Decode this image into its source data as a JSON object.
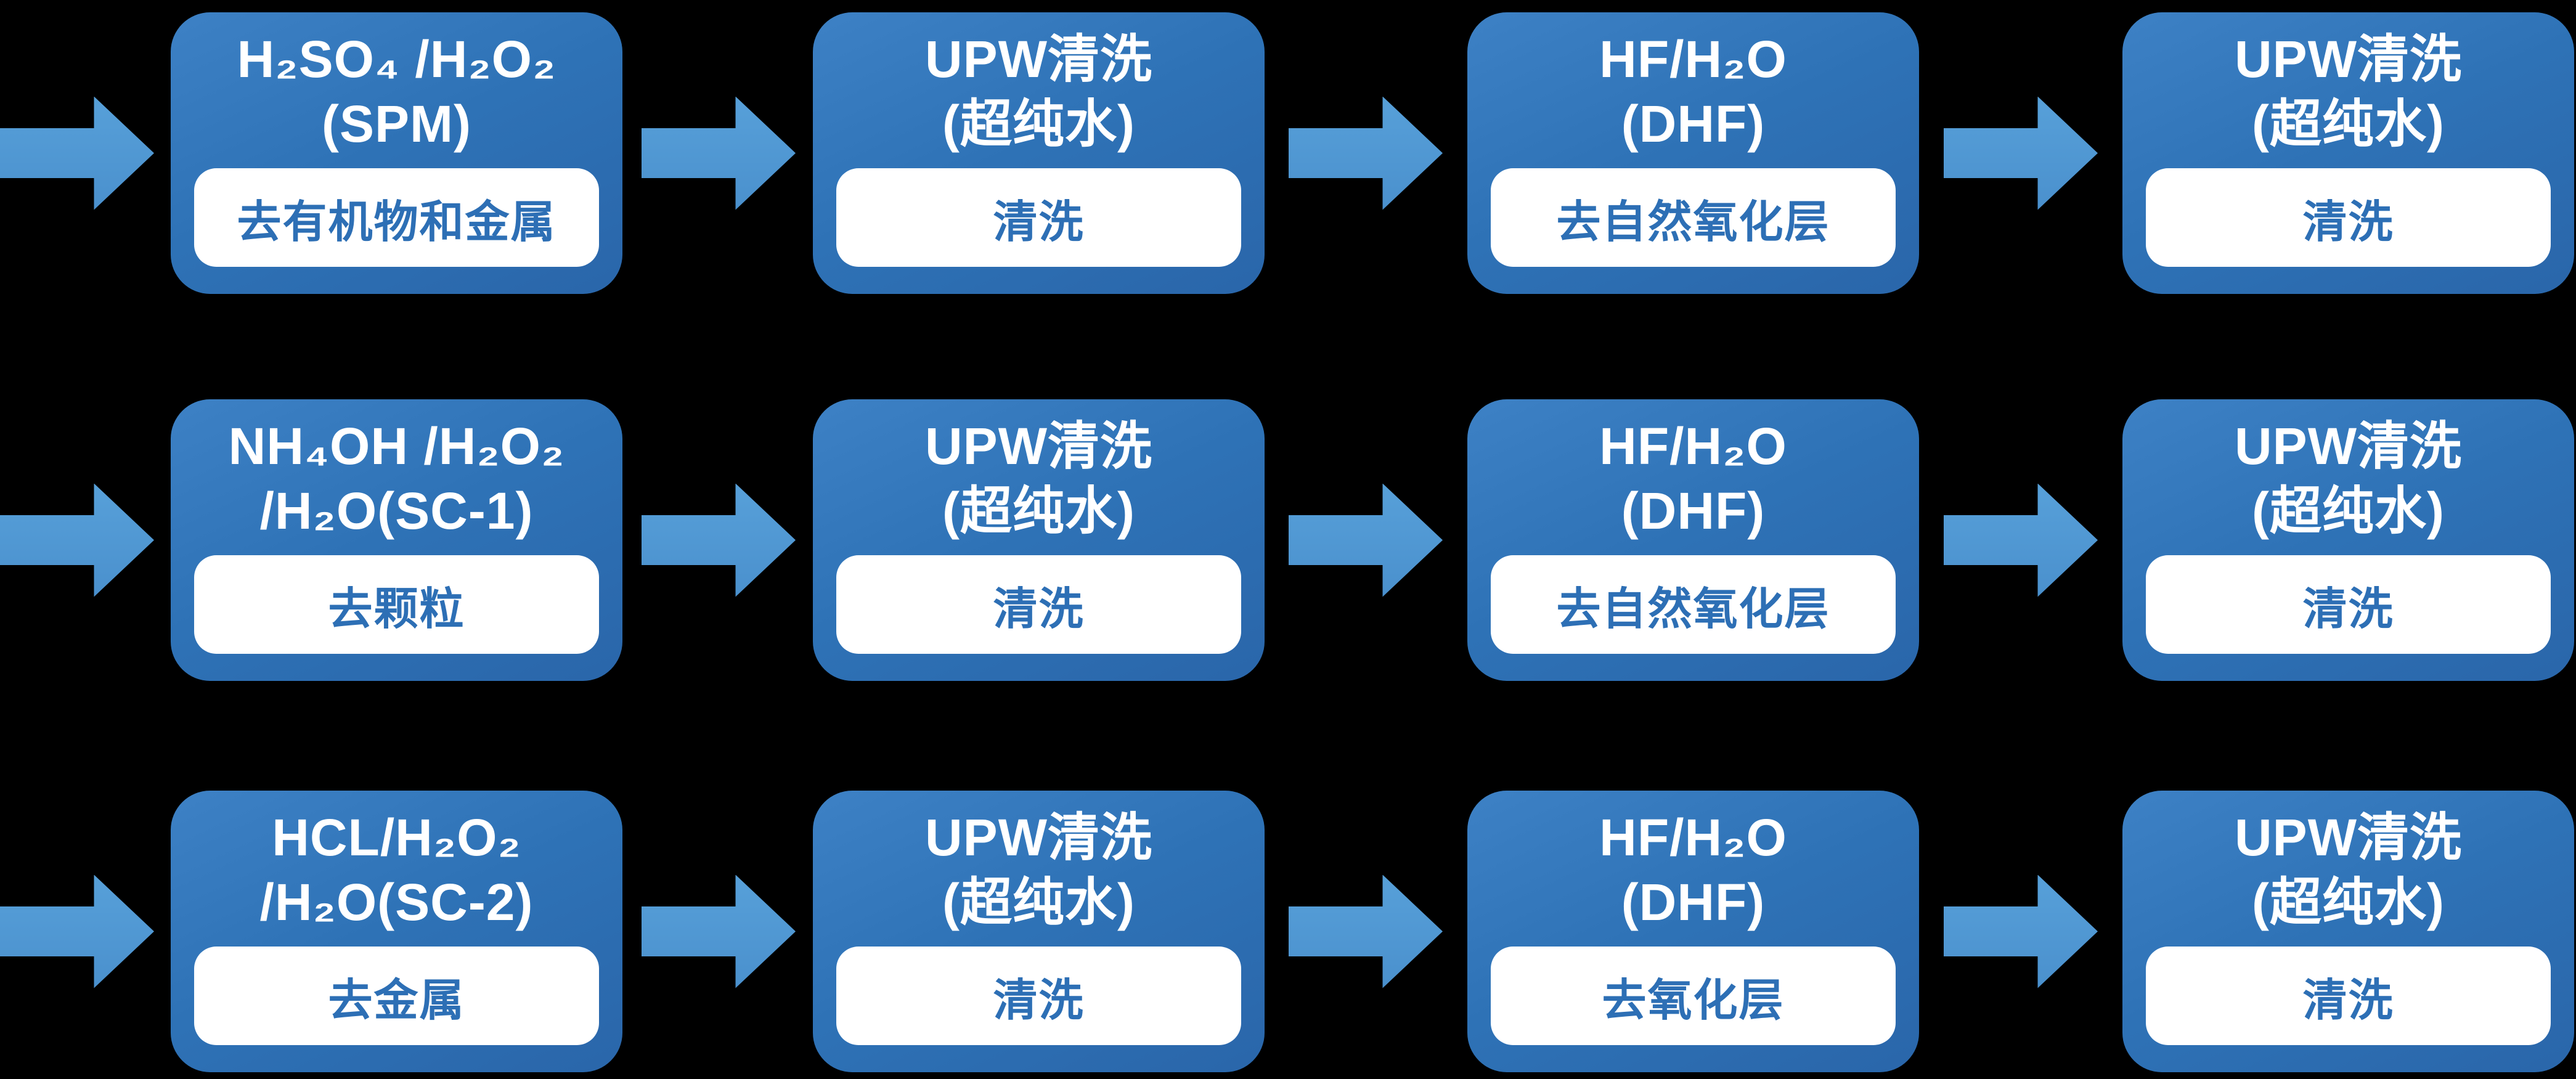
{
  "colors": {
    "bg_black": "#000000",
    "box_blue": "#2e72b6",
    "box_blue_light": "#3d81c5",
    "box_blue_dark": "#2a66aa",
    "arrow_blue": "#57a0d9",
    "arrow_blue_dark": "#4a90cd",
    "label_text_blue": "#2d6fb5",
    "title_white": "#ffffff",
    "label_bg": "#ffffff"
  },
  "diagram": {
    "description": "Wafer cleaning process flow, 3 rows of 4 steps joined by right arrows",
    "rows": [
      {
        "steps": [
          {
            "title_line1": "H₂SO₄ /H₂O₂",
            "title_line2": "(SPM)",
            "label": "去有机物和金属"
          },
          {
            "title_line1": "UPW清洗",
            "title_line2": "(超纯水)",
            "label": "清洗"
          },
          {
            "title_line1": "HF/H₂O",
            "title_line2": "(DHF)",
            "label": "去自然氧化层"
          },
          {
            "title_line1": "UPW清洗",
            "title_line2": "(超纯水)",
            "label": "清洗"
          }
        ]
      },
      {
        "steps": [
          {
            "title_line1": "NH₄OH /H₂O₂",
            "title_line2": "/H₂O(SC-1)",
            "label": "去颗粒"
          },
          {
            "title_line1": "UPW清洗",
            "title_line2": "(超纯水)",
            "label": "清洗"
          },
          {
            "title_line1": "HF/H₂O",
            "title_line2": "(DHF)",
            "label": "去自然氧化层"
          },
          {
            "title_line1": "UPW清洗",
            "title_line2": "(超纯水)",
            "label": "清洗"
          }
        ]
      },
      {
        "steps": [
          {
            "title_line1": "HCL/H₂O₂",
            "title_line2": "/H₂O(SC-2)",
            "label": "去金属"
          },
          {
            "title_line1": "UPW清洗",
            "title_line2": "(超纯水)",
            "label": "清洗"
          },
          {
            "title_line1": "HF/H₂O",
            "title_line2": "(DHF)",
            "label": "去氧化层"
          },
          {
            "title_line1": "UPW清洗",
            "title_line2": "(超纯水)",
            "label": "清洗"
          }
        ]
      }
    ]
  }
}
